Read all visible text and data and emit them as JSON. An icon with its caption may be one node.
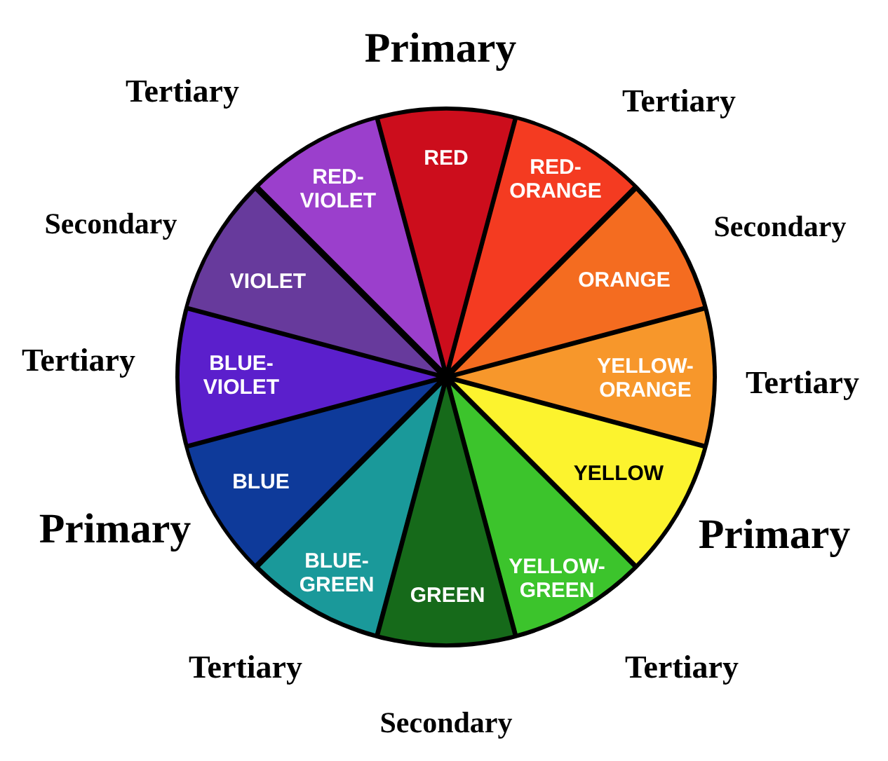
{
  "diagram": {
    "nodes": [
      {
        "text": [
          "RED"
        ]
      },
      {
        "text": [
          "RED-ORANGE"
        ]
      },
      {
        "text": [
          "ORANGE"
        ]
      },
      {
        "text": [
          "YELLOW-ORANGE"
        ]
      },
      {
        "text": [
          "YELLOW"
        ]
      },
      {
        "text": [
          "YELLOW-GREEN"
        ]
      },
      {
        "text": [
          "GREEN"
        ]
      },
      {
        "text": [
          "BLUE-GREEN"
        ]
      },
      {
        "text": [
          "BLUE"
        ]
      },
      {
        "text": [
          "BLUE-VIOLET"
        ]
      },
      {
        "text": [
          "VIOLET"
        ]
      },
      {
        "text": [
          "RED-VIOLET"
        ]
      }
    ],
    "labels": [
      "Primary",
      "Tertiary",
      "Tertiary",
      "Secondary",
      "Secondary",
      "Tertiary",
      "Tertiary",
      "Primary",
      "Primary",
      "Tertiary",
      "Tertiary",
      "Secondary"
    ]
  }
}
